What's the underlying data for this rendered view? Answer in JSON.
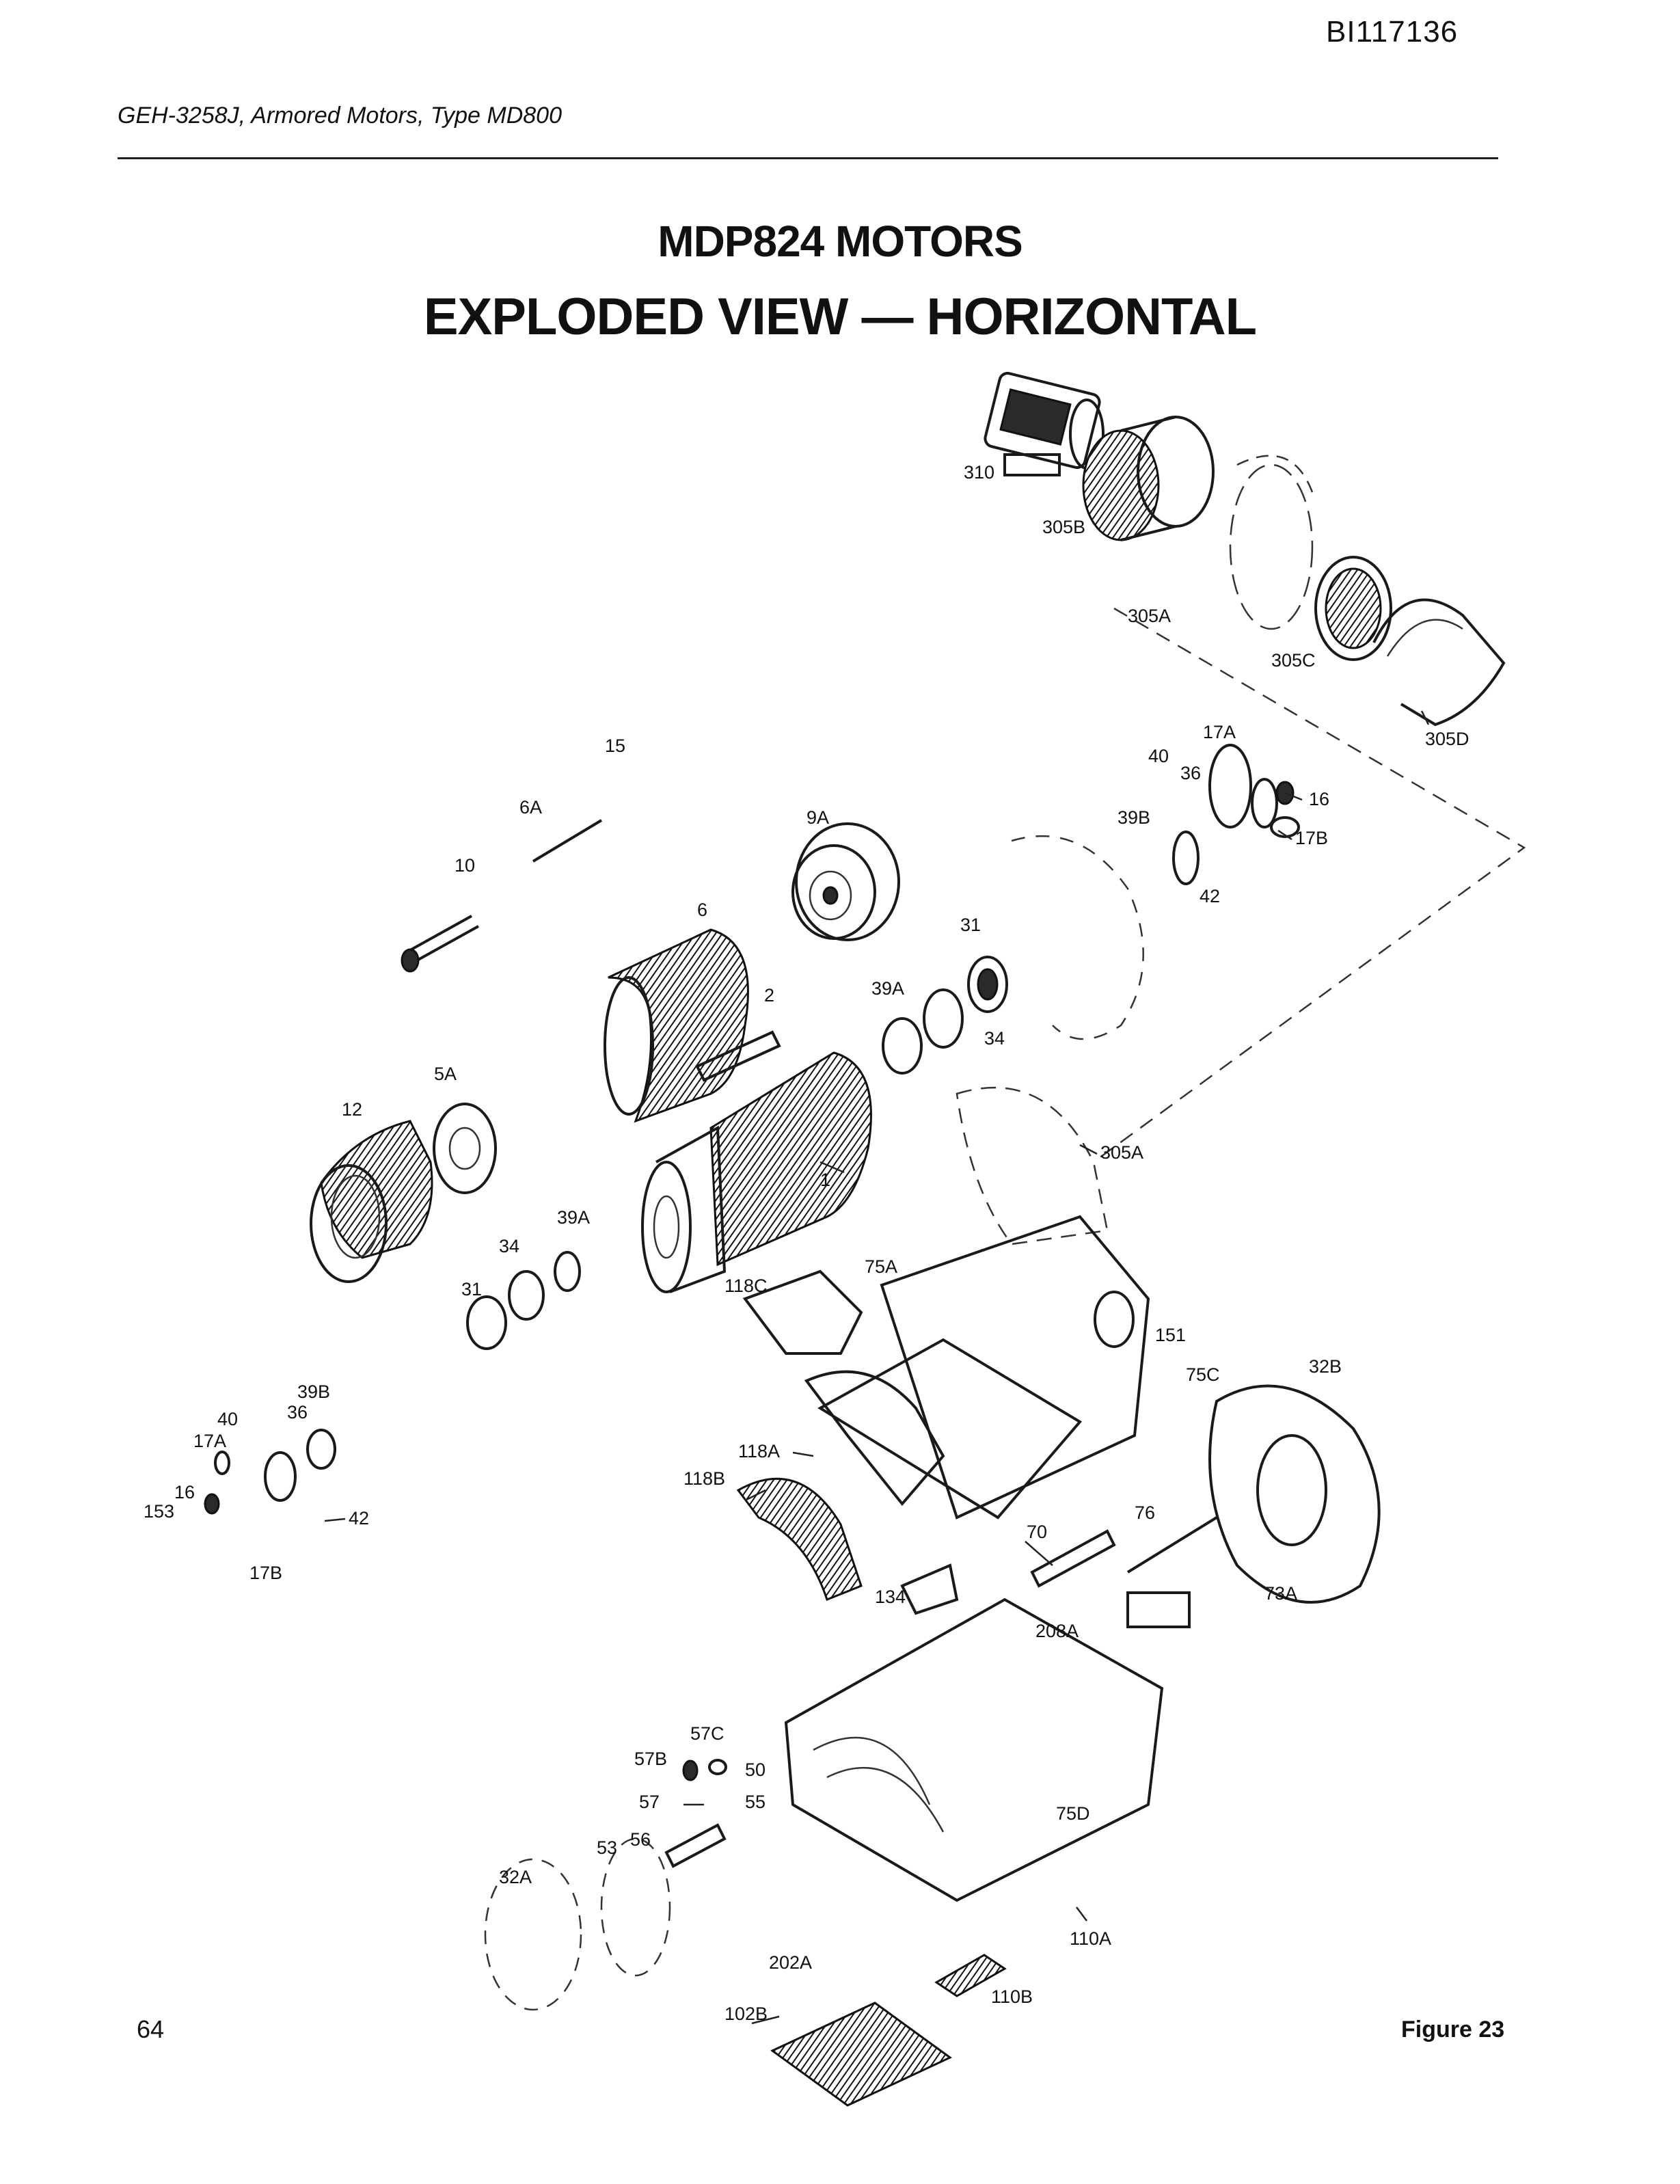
{
  "header": {
    "doc_id": "BI117136",
    "document": "GEH-3258J, Armored Motors, Type MD800"
  },
  "titles": {
    "line1": "MDP824 MOTORS",
    "line2": "EXPLODED VIEW — HORIZONTAL"
  },
  "footer": {
    "page_number": "64",
    "figure_label": "Figure 23"
  },
  "callouts": [
    "310",
    "305B",
    "305A",
    "305C",
    "305D",
    "17A",
    "40",
    "36",
    "16",
    "39B",
    "17B",
    "42",
    "15",
    "6A",
    "10",
    "9A",
    "6",
    "31",
    "39A",
    "34",
    "2",
    "5A",
    "12",
    "1",
    "305A",
    "39A",
    "34",
    "31",
    "118C",
    "75A",
    "151",
    "75C",
    "32B",
    "118A",
    "118B",
    "39B",
    "40",
    "36",
    "17A",
    "16",
    "153",
    "42",
    "17B",
    "70",
    "76",
    "134",
    "73A",
    "208A",
    "57C",
    "57B",
    "50",
    "57",
    "55",
    "75D",
    "53",
    "56",
    "32A",
    "202A",
    "110A",
    "110B",
    "102B"
  ]
}
